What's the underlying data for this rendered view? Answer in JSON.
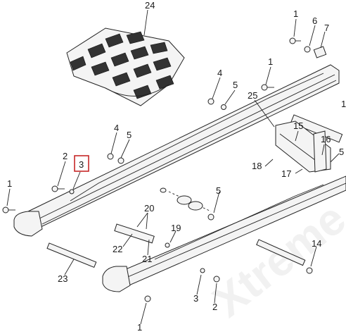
{
  "diagram": {
    "highlighted_callout": "3",
    "watermark": "Xtreme",
    "callouts": [
      {
        "id": "c24a",
        "text": "24"
      },
      {
        "id": "c1a",
        "text": "1"
      },
      {
        "id": "c6",
        "text": "6"
      },
      {
        "id": "c7",
        "text": "7"
      },
      {
        "id": "c4a",
        "text": "4"
      },
      {
        "id": "c5a",
        "text": "5"
      },
      {
        "id": "c1b",
        "text": "1"
      },
      {
        "id": "c25",
        "text": "25"
      },
      {
        "id": "c1c",
        "text": "1"
      },
      {
        "id": "c4b",
        "text": "4"
      },
      {
        "id": "c5b",
        "text": "5"
      },
      {
        "id": "c15",
        "text": "15"
      },
      {
        "id": "c16",
        "text": "16"
      },
      {
        "id": "c5c",
        "text": "5"
      },
      {
        "id": "c2a",
        "text": "2"
      },
      {
        "id": "c3a",
        "text": "3"
      },
      {
        "id": "c18",
        "text": "18"
      },
      {
        "id": "c17",
        "text": "17"
      },
      {
        "id": "c1d",
        "text": "1"
      },
      {
        "id": "c5d",
        "text": "5"
      },
      {
        "id": "c20",
        "text": "20"
      },
      {
        "id": "c19",
        "text": "19"
      },
      {
        "id": "c22",
        "text": "22"
      },
      {
        "id": "c21",
        "text": "21"
      },
      {
        "id": "c14",
        "text": "14"
      },
      {
        "id": "c23",
        "text": "23"
      },
      {
        "id": "c3b",
        "text": "3"
      },
      {
        "id": "c2b",
        "text": "2"
      },
      {
        "id": "c1e",
        "text": "1"
      }
    ]
  }
}
